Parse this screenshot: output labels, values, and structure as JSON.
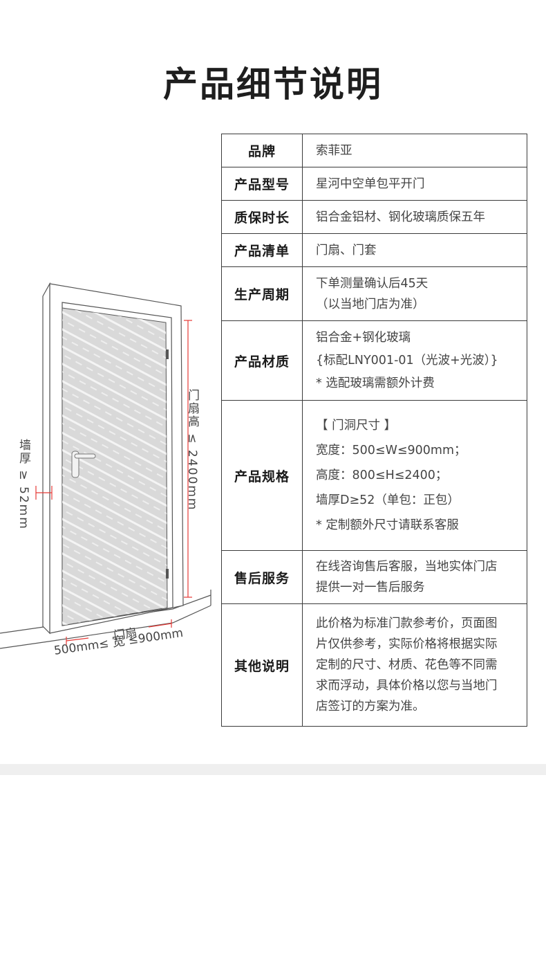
{
  "page": {
    "title": "产品细节说明"
  },
  "specs": [
    {
      "key": "品牌",
      "lines": [
        "索菲亚"
      ]
    },
    {
      "key": "产品型号",
      "lines": [
        "星河中空单包平开门"
      ]
    },
    {
      "key": "质保时长",
      "lines": [
        "铝合金铝材、钢化玻璃质保五年"
      ]
    },
    {
      "key": "产品清单",
      "lines": [
        "门扇、门套"
      ]
    },
    {
      "key": "生产周期",
      "lines": [
        "下单测量确认后45天",
        "（以当地门店为准）"
      ]
    },
    {
      "key": "产品材质",
      "lines": [
        "铝合金+钢化玻璃",
        "{标配LNY001-01（光波+光波）}",
        "* 选配玻璃需额外计费"
      ]
    },
    {
      "key": "产品规格",
      "lines": [
        "【 门洞尺寸 】",
        "宽度：500≤W≤900mm；",
        "高度：800≤H≤2400；",
        "墙厚D≥52（单包：正包）",
        "* 定制额外尺寸请联系客服"
      ]
    },
    {
      "key": "售后服务",
      "lines": [
        "在线咨询售后客服，当地实体门店",
        "提供一对一售后服务"
      ]
    },
    {
      "key": "其他说明",
      "lines": [
        "此价格为标准门款参考价，页面图",
        "片仅供参考，实际价格将根据实际",
        "定制的尺寸、材质、花色等不同需",
        "求而浮动，具体价格以您与当地门",
        "店签订的方案为准。"
      ]
    }
  ],
  "drawing": {
    "wall_label": "墙厚",
    "wall_value": "≥ 52mm",
    "height_label": "门扇高",
    "height_value": "≤ 2400mm",
    "width_label": "门扇",
    "width_min": "500mm≤",
    "width_word": "宽",
    "width_max": "≤900mm"
  }
}
